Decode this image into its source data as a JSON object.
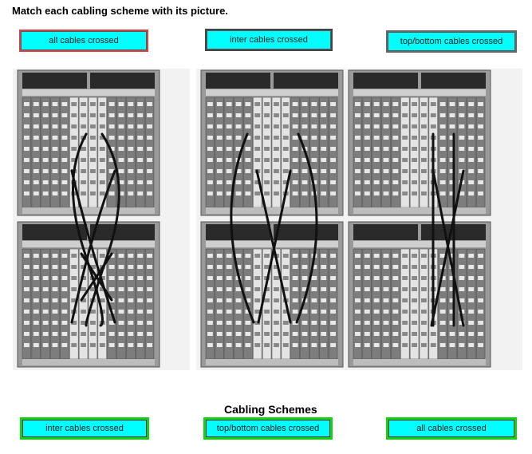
{
  "instruction": "Match each cabling scheme with its picture.",
  "targets": [
    "all cables crossed",
    "inter cables crossed",
    "top/bottom cables crossed"
  ],
  "section_title": "Cabling Schemes",
  "choices": [
    "inter cables crossed",
    "top/bottom cables crossed",
    "all cables crossed"
  ],
  "pictures": [
    {
      "scheme": "all-cables-crossed-photo"
    },
    {
      "scheme": "inter-cables-crossed-photo"
    },
    {
      "scheme": "top-bottom-cables-crossed-photo"
    }
  ]
}
